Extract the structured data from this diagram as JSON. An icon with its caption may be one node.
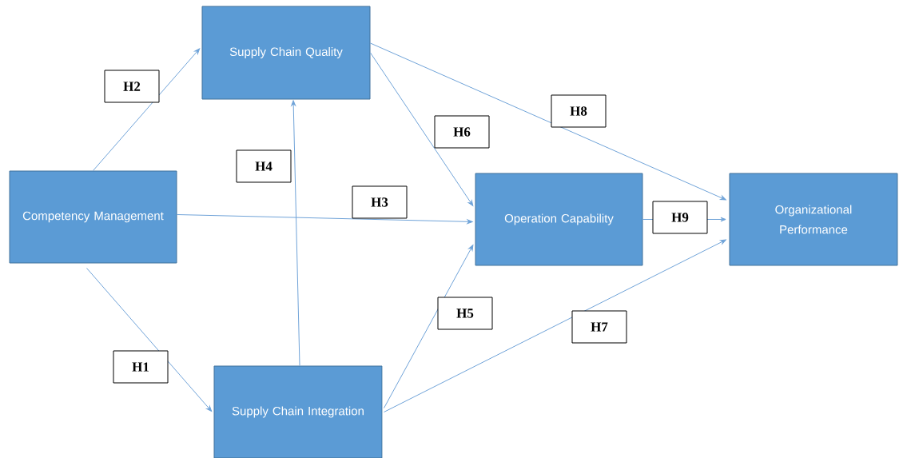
{
  "diagram": {
    "nodes": [
      {
        "text": [
          "Supply Chain Quality"
        ]
      },
      {
        "text": [
          "Competency Management"
        ]
      },
      {
        "text": [
          "Operation Capability"
        ]
      },
      {
        "text": [
          "Organizational Performance"
        ]
      },
      {
        "text": [
          "Supply Chain Integration"
        ]
      }
    ],
    "edges": [
      {
        "from": 1,
        "to": 4,
        "arrow": "to",
        "label": "H1"
      },
      {
        "from": 1,
        "to": 0,
        "arrow": "to",
        "label": "H2"
      },
      {
        "from": 1,
        "to": 2,
        "arrow": "to",
        "label": "H3"
      },
      {
        "from": 4,
        "to": 0,
        "arrow": "to",
        "label": "H4"
      },
      {
        "from": 4,
        "to": 2,
        "arrow": "to",
        "label": "H5"
      },
      {
        "from": 0,
        "to": 2,
        "arrow": "to",
        "label": "H6"
      },
      {
        "from": 4,
        "to": 3,
        "arrow": "to",
        "label": "H7"
      },
      {
        "from": 0,
        "to": 3,
        "arrow": "to",
        "label": "H8"
      },
      {
        "from": 2,
        "to": 3,
        "arrow": "to",
        "label": "H9"
      }
    ]
  }
}
